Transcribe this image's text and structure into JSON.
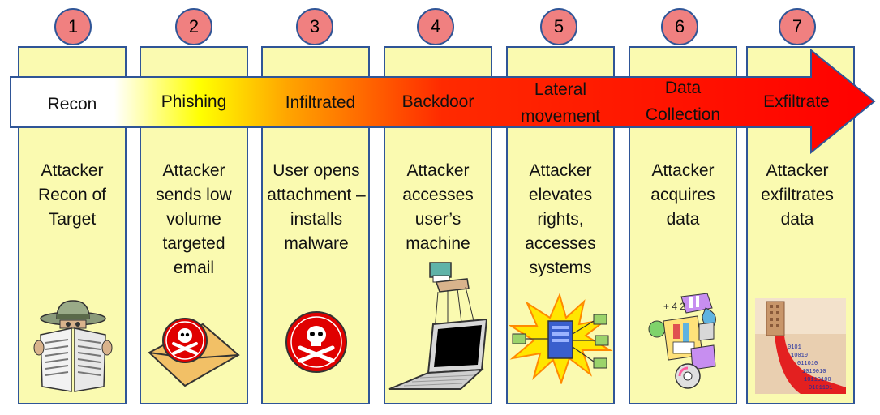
{
  "stages": [
    {
      "number": "1",
      "label": "Recon",
      "description": "Attacker Recon of Target",
      "icon": "spy-newspaper-icon"
    },
    {
      "number": "2",
      "label": "Phishing",
      "description": "Attacker sends low volume targeted email",
      "icon": "skull-envelope-icon"
    },
    {
      "number": "3",
      "label": "Infiltrated",
      "description": "User opens attachment – installs malware",
      "icon": "skull-crossbones-icon"
    },
    {
      "number": "4",
      "label": "Backdoor",
      "description": "Attacker accesses user’s machine",
      "icon": "puppet-laptop-icon"
    },
    {
      "number": "5",
      "label": "Lateral movement",
      "description": "Attacker elevates rights, accesses systems",
      "icon": "network-explosion-icon"
    },
    {
      "number": "6",
      "label": "Data Collection",
      "description": "Attacker acquires data",
      "icon": "data-collage-icon"
    },
    {
      "number": "7",
      "label": "Exfiltrate",
      "description": "Attacker exfiltrates data",
      "icon": "binary-road-icon"
    }
  ],
  "colors": {
    "column_fill": "#fafab0",
    "column_border": "#2f5597",
    "number_fill": "#f08080",
    "arrow_start": "#ffffff",
    "arrow_mid": "#ffff00",
    "arrow_end": "#ff0000"
  }
}
